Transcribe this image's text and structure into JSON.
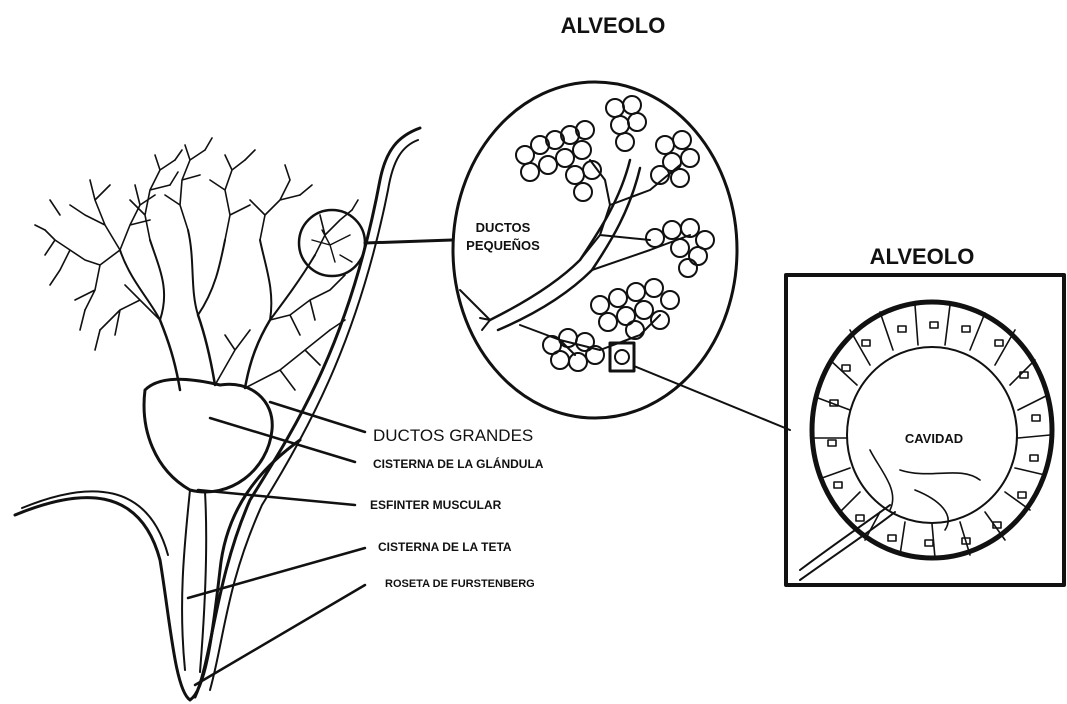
{
  "labels": {
    "alveolo_top": "ALVEOLO",
    "alveolo_right": "ALVEOLO",
    "ductos_pequenos_1": "DUCTOS",
    "ductos_pequenos_2": "PEQUEÑOS",
    "ductos_grandes": "DUCTOS GRANDES",
    "cisterna_glandula": "CISTERNA DE LA GLÁNDULA",
    "esfinter": "ESFINTER MUSCULAR",
    "cisterna_teta": "CISTERNA DE LA TETA",
    "roseta": "ROSETA DE FURSTENBERG",
    "cavidad": "CAVIDAD"
  },
  "colors": {
    "ink": "#111111",
    "background": "#ffffff"
  }
}
